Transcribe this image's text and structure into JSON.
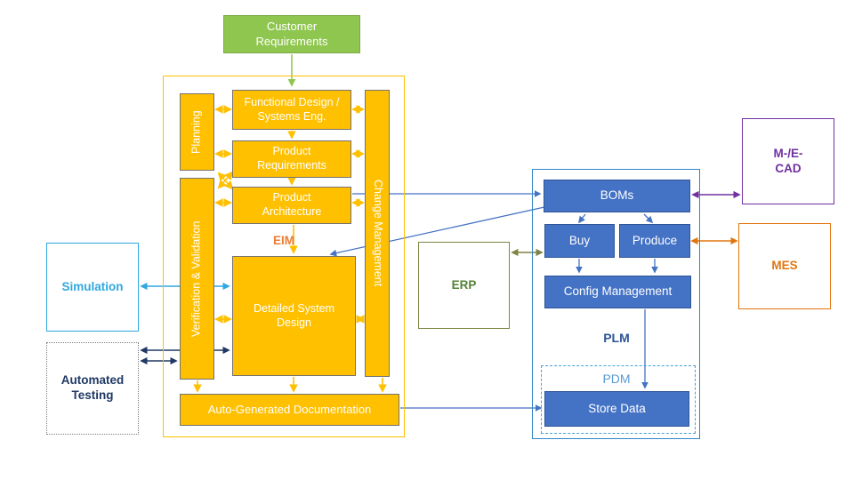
{
  "nodes": {
    "customer_requirements": "Customer Requirements",
    "planning": "Planning",
    "functional_design": "Functional Design / Systems Eng.",
    "product_requirements": "Product Requirements",
    "product_architecture": "Product Architecture",
    "verification_validation": "Verification & Validation",
    "change_management": "Change Management",
    "eim_label": "EIM",
    "detailed_system_design": "Detailed System Design",
    "auto_generated_documentation": "Auto-Generated Documentation",
    "simulation": "Simulation",
    "automated_testing": "Automated Testing",
    "boms": "BOMs",
    "buy": "Buy",
    "produce": "Produce",
    "config_management": "Config Management",
    "plm_label": "PLM",
    "pdm_label": "PDM",
    "store_data": "Store Data",
    "erp": "ERP",
    "mecad": "M-/E-CAD",
    "mes": "MES"
  },
  "colors": {
    "amber": "#FFC000",
    "box_border_gray": "#767171",
    "green": "#8FC64F",
    "blue": "#4472C4",
    "blue_border": "#2F5597",
    "plm_container_border": "#2E86C9",
    "pdm_dash": "#44A0D8",
    "pdm_text": "#5B9BD5",
    "plm_text": "#2F5597",
    "cyan": "#2FA8E1",
    "navy": "#1F3864",
    "purple": "#7030A0",
    "mes_orange": "#E2750F",
    "eim_orange": "#ED7D31",
    "erp_text": "#538135",
    "erp_border": "#7F8445",
    "box_text": "#FFFFFF"
  }
}
